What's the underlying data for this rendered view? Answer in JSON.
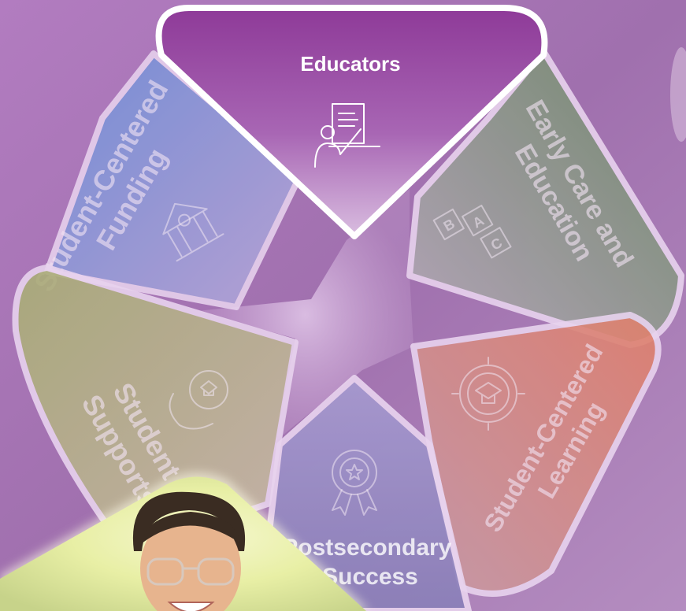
{
  "segments": {
    "educators": {
      "label": "Educators",
      "icon": "teacher-presenting-icon"
    },
    "early_care": {
      "line1": "Early Care and",
      "line2": "Education",
      "icon": "abc-blocks-icon"
    },
    "learning": {
      "line1": "Student-Centered",
      "line2": "Learning",
      "icon": "graduation-cap-target-icon"
    },
    "postsecondary": {
      "line1": "Postsecondary",
      "line2": "Success",
      "icon": "award-medal-icon"
    },
    "supports": {
      "line1": "Student",
      "line2": "Supports",
      "icon": "hand-cap-icon"
    },
    "funding": {
      "line1": "Student-Centered",
      "line2": "Funding",
      "icon": "school-building-icon"
    }
  },
  "colors": {
    "background": "#a874b2",
    "educators": "#8e3c98",
    "early_care": "#7f8c76",
    "learning": "#d78778",
    "postsecondary": "#8d7db4",
    "supports": "#a9a482",
    "funding": "#7b93d2",
    "outline": "#f2e0f2"
  },
  "photo": {
    "icon": "student-photo"
  }
}
